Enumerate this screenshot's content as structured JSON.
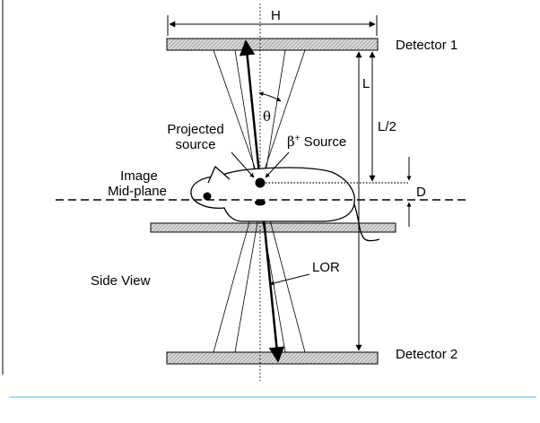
{
  "labels": {
    "width": "H",
    "detector1": "Detector 1",
    "detector2": "Detector 2",
    "distance": "L",
    "half_distance": "L/2",
    "angle": "θ",
    "projected_source_line1": "Projected",
    "projected_source_line2": "source",
    "beta_symbol": "β",
    "beta_superscript": "+",
    "beta_rest": " Source",
    "image_line1": "Image",
    "image_line2": "Mid-plane",
    "offset": "D",
    "side_view": "Side View",
    "lor": "LOR"
  },
  "colors": {
    "detector_fill": "#c8c8c8",
    "stroke": "#000000",
    "rule": "#8fd0de"
  }
}
